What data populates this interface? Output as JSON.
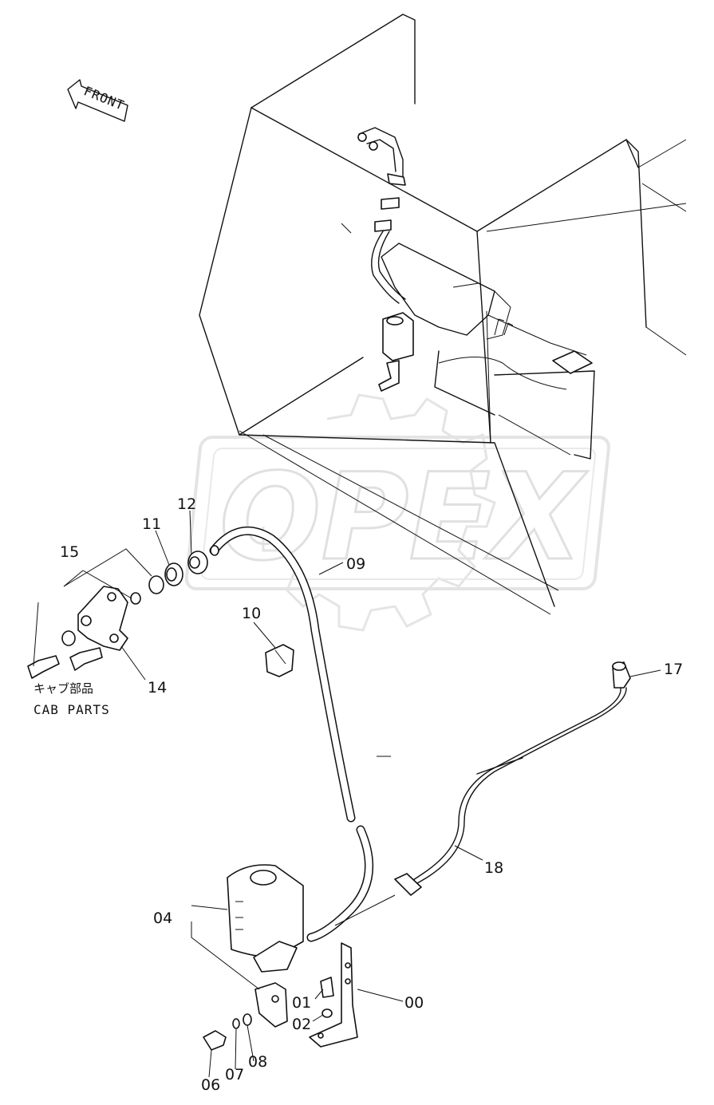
{
  "watermark": {
    "text": "OPEX"
  },
  "direction": {
    "label": "FRONT"
  },
  "cab_note": {
    "jp": "キャブ部品",
    "en": "CAB PARTS"
  },
  "callouts": [
    {
      "id": "c17",
      "text": "17"
    },
    {
      "id": "c12",
      "text": "12"
    },
    {
      "id": "c11",
      "text": "11"
    },
    {
      "id": "c15",
      "text": "15"
    },
    {
      "id": "c09",
      "text": "09"
    },
    {
      "id": "c10",
      "text": "10"
    },
    {
      "id": "c14",
      "text": "14"
    },
    {
      "id": "c18",
      "text": "18"
    },
    {
      "id": "c04",
      "text": "04"
    },
    {
      "id": "c00",
      "text": "00"
    },
    {
      "id": "c01",
      "text": "01"
    },
    {
      "id": "c02",
      "text": "02"
    },
    {
      "id": "c08",
      "text": "08"
    },
    {
      "id": "c07",
      "text": "07"
    },
    {
      "id": "c06",
      "text": "06"
    }
  ]
}
